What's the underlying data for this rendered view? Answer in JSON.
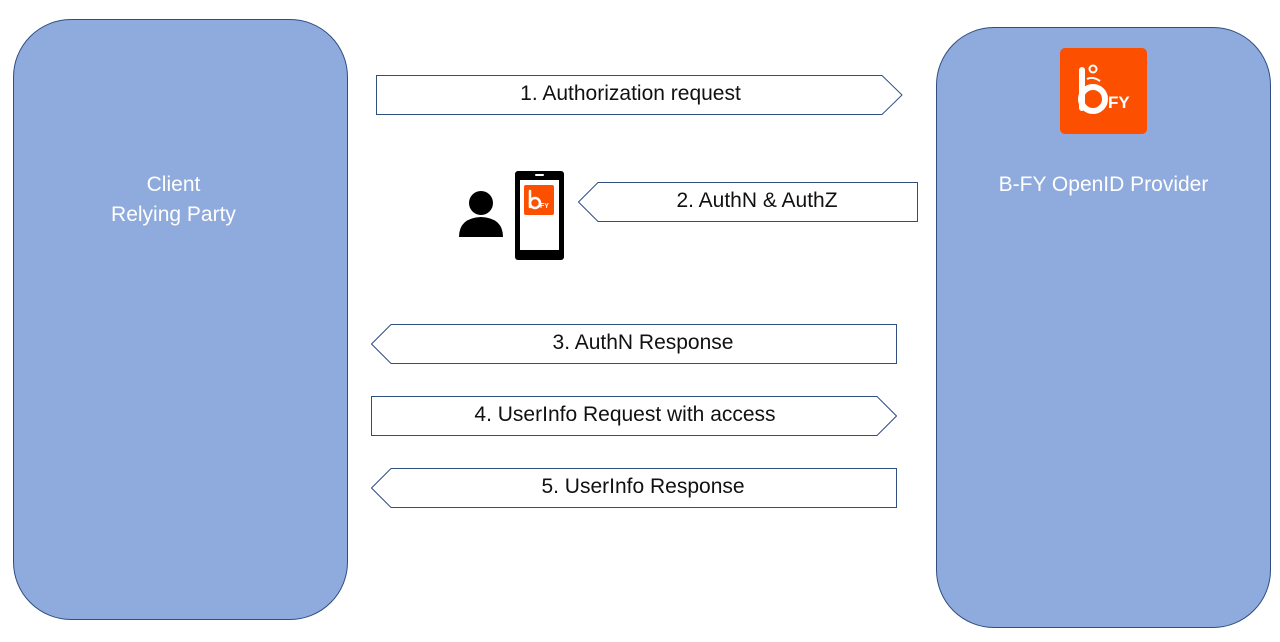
{
  "client": {
    "label_line1": "Client",
    "label_line2": "Relying Party"
  },
  "provider": {
    "label": "B-FY OpenID Provider",
    "logo_text": "FY"
  },
  "phone": {
    "logo_text": "FY"
  },
  "steps": [
    {
      "label": "1. Authorization request",
      "direction": "right"
    },
    {
      "label": "2. AuthN & AuthZ",
      "direction": "left"
    },
    {
      "label": "3. AuthN Response",
      "direction": "left"
    },
    {
      "label": "4. UserInfo Request with access",
      "direction": "right"
    },
    {
      "label": "5. UserInfo Response",
      "direction": "left"
    }
  ],
  "colors": {
    "panel": "#8faadc",
    "brand": "#fc5000",
    "arrow_stroke": "#2f4f7f"
  },
  "icons": [
    "user-icon",
    "phone-icon",
    "bfy-logo-icon"
  ]
}
